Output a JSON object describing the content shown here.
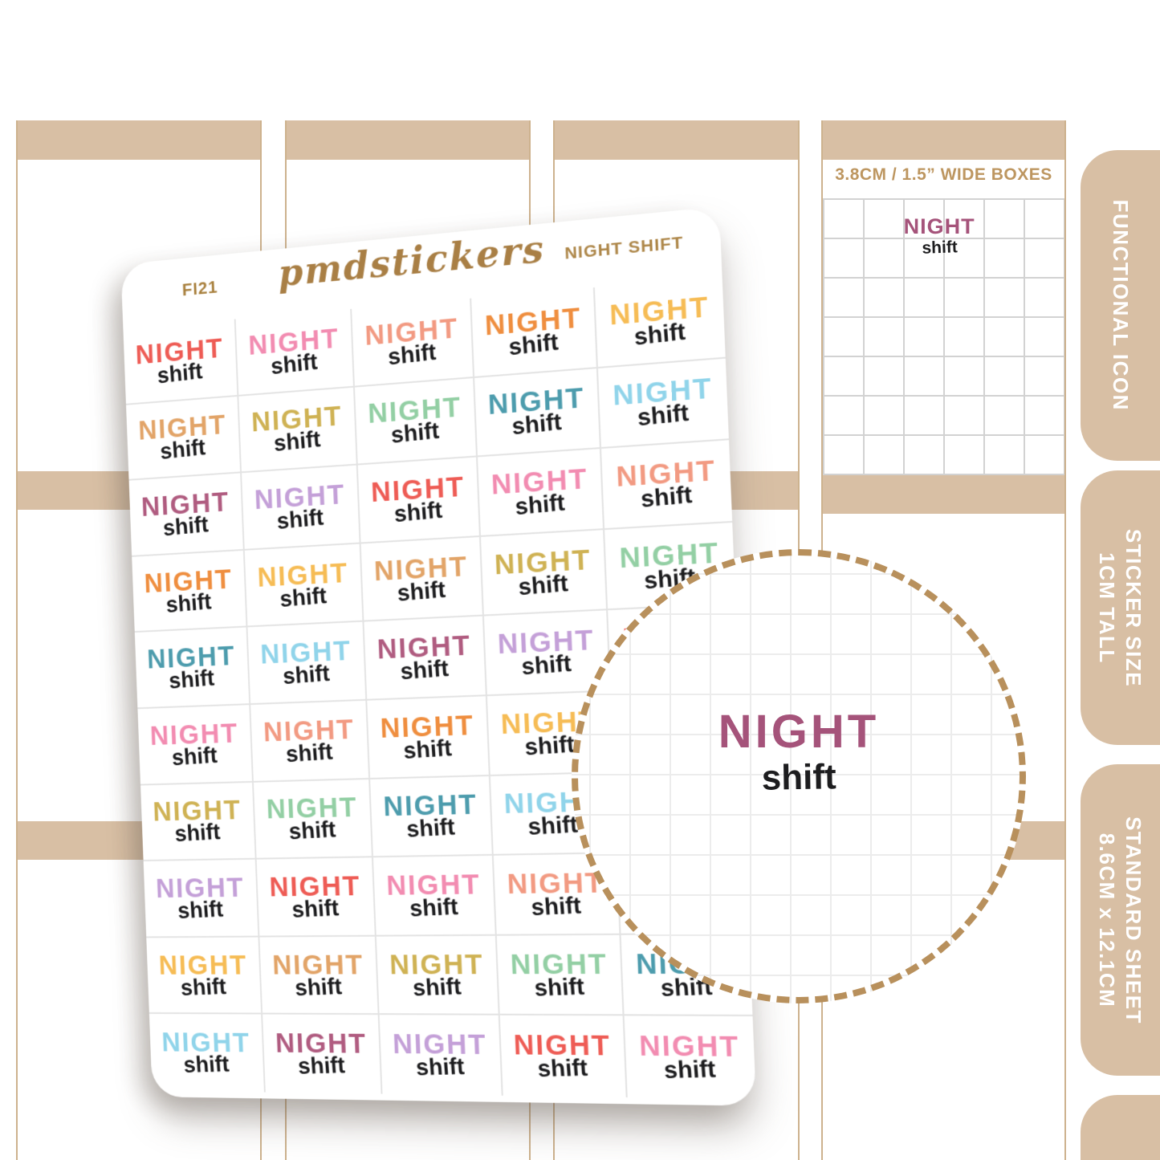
{
  "page": {
    "accent_tan": "#d8bfa4",
    "column_border": "#cdb28e",
    "dash_circle_color": "#b8905c"
  },
  "sheet": {
    "code": "FI21",
    "brand": "pmdstickers",
    "title": "NIGHT SHIFT",
    "rows": 10,
    "cols": 5,
    "sticker": {
      "line1": "NIGHT",
      "line2": "shift",
      "line2_color": "#1d1d1f"
    },
    "palette": [
      "#ee5c55",
      "#f28cb1",
      "#f29a82",
      "#ef8e3f",
      "#f6bc55",
      "#e2a468",
      "#cfb254",
      "#93cfa4",
      "#4d9cad",
      "#90d4ea",
      "#b05c80",
      "#c4a0d8"
    ]
  },
  "mockup": {
    "title": "3.8CM / 1.5” WIDE BOXES",
    "title_color": "#bd9660",
    "sticker": {
      "line1": "NIGHT",
      "line2": "shift",
      "line1_color": "#a5537a",
      "line2_color": "#1d1d1f"
    }
  },
  "zoom_circle": {
    "line1": "NIGHT",
    "line2": "shift",
    "line1_color": "#a5537a",
    "line2_color": "#1d1d1f"
  },
  "tabs": [
    {
      "line1": "FUNCTIONAL ICON",
      "line2": ""
    },
    {
      "line1": "STICKER SIZE",
      "line2": "1CM TALL"
    },
    {
      "line1": "STANDARD SHEET",
      "line2": "8.6CM x 12.1CM"
    },
    {
      "line1": "",
      "line2": ""
    }
  ]
}
